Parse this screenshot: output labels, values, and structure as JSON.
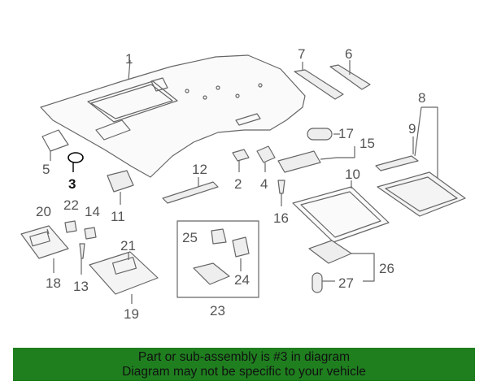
{
  "diagram": {
    "callouts": {
      "c1": "1",
      "c2": "2",
      "c3": "3",
      "c4": "4",
      "c5": "5",
      "c6": "6",
      "c7": "7",
      "c8": "8",
      "c9": "9",
      "c10": "10",
      "c11": "11",
      "c12": "12",
      "c13": "13",
      "c14": "14",
      "c15": "15",
      "c16": "16",
      "c17": "17",
      "c18": "18",
      "c19": "19",
      "c20": "20",
      "c21": "21",
      "c22": "22",
      "c23": "23",
      "c24": "24",
      "c25": "25",
      "c26": "26",
      "c27": "27"
    },
    "highlighted_part": "3"
  },
  "banner": {
    "line1": "Part or sub-assembly is #3 in diagram",
    "line2": "Diagram may not be specific to your vehicle",
    "background": "#1f7f1f"
  }
}
